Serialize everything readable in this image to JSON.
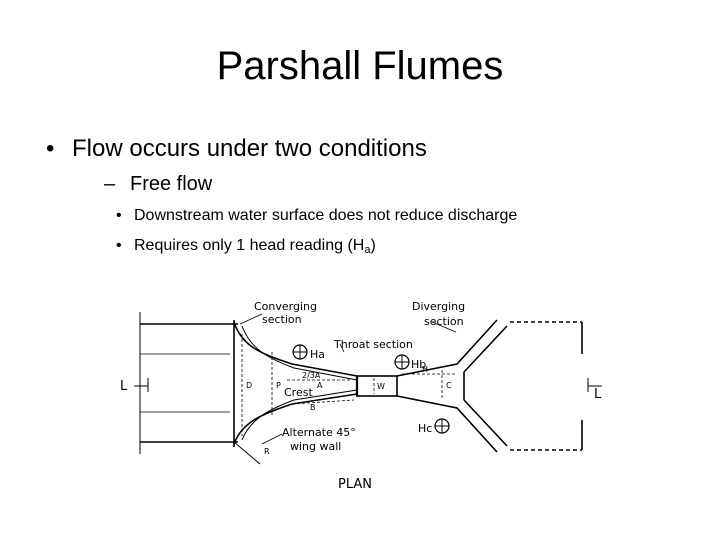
{
  "slide": {
    "title": "Parshall Flumes",
    "bullet1": "Flow occurs under two conditions",
    "bullet2": "Free flow",
    "bullet3a": "Downstream water surface does not reduce discharge",
    "bullet3b_prefix": "Requires only 1 head reading (H",
    "bullet3b_sub": "a",
    "bullet3b_suffix": ")"
  },
  "diagram": {
    "converging_line1": "Converging",
    "converging_line2": "section",
    "diverging_line1": "Diverging",
    "diverging_line2": "section",
    "throat": "Throat section",
    "ha": "Ha",
    "hb": "Hb",
    "hc": "Hc",
    "crest": "Crest",
    "alternate_line1": "Alternate 45°",
    "alternate_line2": "wing wall",
    "plan": "PLAN",
    "l_left": "L",
    "l_right": "L",
    "dim_2_3a": "2/3A",
    "dim_b": "B",
    "dim_a": "A",
    "dim_r": "R",
    "dim_d": "D",
    "dim_c": "C",
    "dim_w": "W",
    "dim_h": "H",
    "dim_p": "P"
  }
}
